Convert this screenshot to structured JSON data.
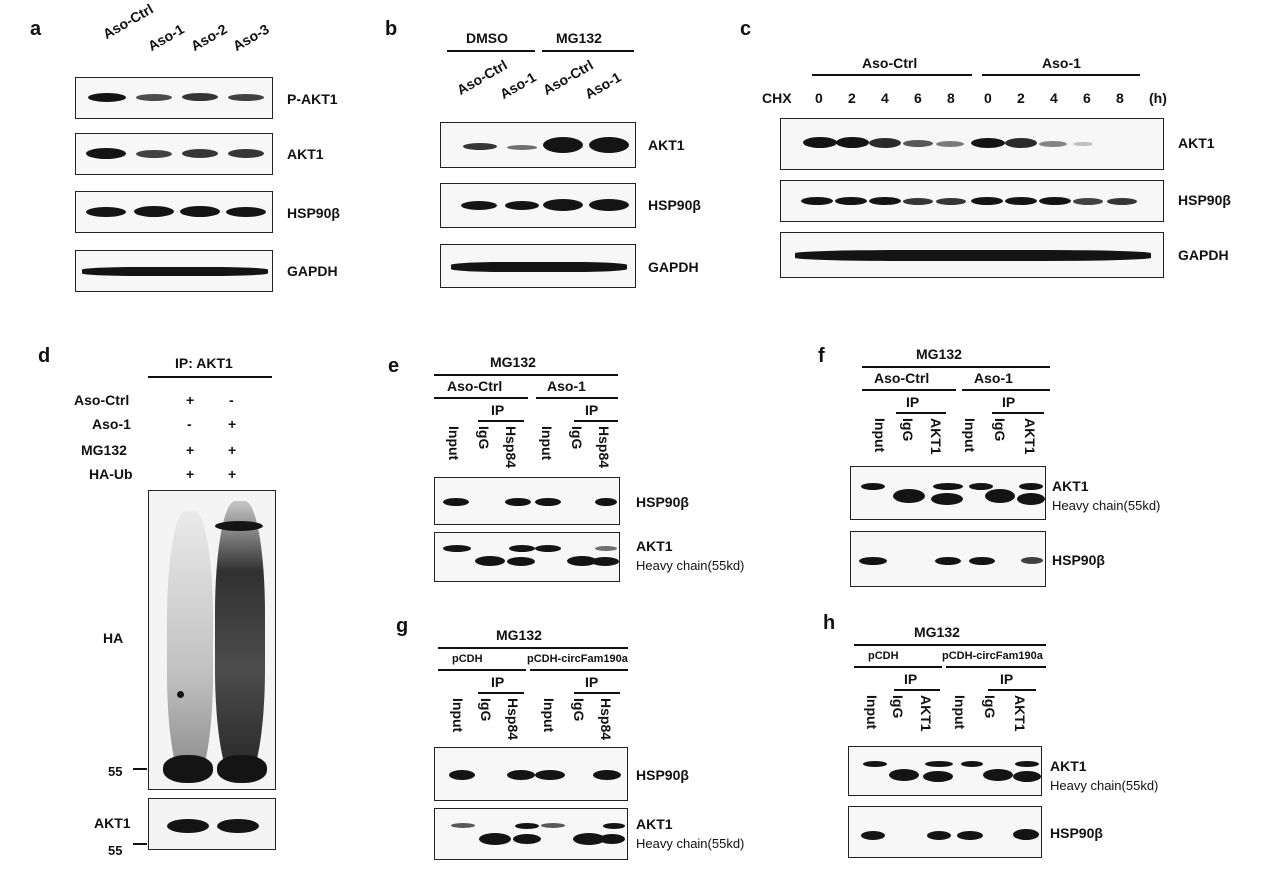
{
  "panels": {
    "a": {
      "letter": "a",
      "lanes": [
        "Aso-Ctrl",
        "Aso-1",
        "Aso-2",
        "Aso-3"
      ],
      "blots": [
        "P-AKT1",
        "AKT1",
        "HSP90β",
        "GAPDH"
      ]
    },
    "b": {
      "letter": "b",
      "groups": [
        "DMSO",
        "MG132"
      ],
      "lanes": [
        "Aso-Ctrl",
        "Aso-1",
        "Aso-Ctrl",
        "Aso-1"
      ],
      "blots": [
        "AKT1",
        "HSP90β",
        "GAPDH"
      ]
    },
    "c": {
      "letter": "c",
      "groups": [
        "Aso-Ctrl",
        "Aso-1"
      ],
      "row_label": "CHX",
      "times": [
        "0",
        "2",
        "4",
        "6",
        "8",
        "0",
        "2",
        "4",
        "6",
        "8"
      ],
      "unit": "(h)",
      "blots": [
        "AKT1",
        "HSP90β",
        "GAPDH"
      ]
    },
    "d": {
      "letter": "d",
      "ip": "IP:  AKT1",
      "conditions": [
        {
          "label": "Aso-Ctrl",
          "values": [
            "+",
            "-"
          ]
        },
        {
          "label": "Aso-1",
          "values": [
            "-",
            "+"
          ]
        },
        {
          "label": "MG132",
          "values": [
            "+",
            "+"
          ]
        },
        {
          "label": "HA-Ub",
          "values": [
            "+",
            "+"
          ]
        }
      ],
      "blot_ha": "HA",
      "blot_akt": "AKT1",
      "marker": "55"
    },
    "e": {
      "letter": "e",
      "treatment": "MG132",
      "groups": [
        "Aso-Ctrl",
        "Aso-1"
      ],
      "ip": "IP",
      "lanes": [
        "Input",
        "IgG",
        "Hsp84",
        "Input",
        "IgG",
        "Hsp84"
      ],
      "blot1": "HSP90β",
      "blot2": "AKT1",
      "heavy": "Heavy chain(55kd)"
    },
    "f": {
      "letter": "f",
      "treatment": "MG132",
      "groups": [
        "Aso-Ctrl",
        "Aso-1"
      ],
      "ip": "IP",
      "lanes": [
        "Input",
        "IgG",
        "AKT1",
        "Input",
        "IgG",
        "AKT1"
      ],
      "blot1": "AKT1",
      "heavy": "Heavy chain(55kd)",
      "blot2": "HSP90β"
    },
    "g": {
      "letter": "g",
      "treatment": "MG132",
      "groups": [
        "pCDH",
        "pCDH-circFam190a"
      ],
      "ip": "IP",
      "lanes": [
        "Input",
        "IgG",
        "Hsp84",
        "Input",
        "IgG",
        "Hsp84"
      ],
      "blot1": "HSP90β",
      "blot2": "AKT1",
      "heavy": "Heavy chain(55kd)"
    },
    "h": {
      "letter": "h",
      "treatment": "MG132",
      "groups": [
        "pCDH",
        "pCDH-circFam190a"
      ],
      "ip": "IP",
      "lanes": [
        "Input",
        "IgG",
        "AKT1",
        "Input",
        "IgG",
        "AKT1"
      ],
      "blot1": "AKT1",
      "heavy": "Heavy chain(55kd)",
      "blot2": "HSP90β"
    }
  }
}
